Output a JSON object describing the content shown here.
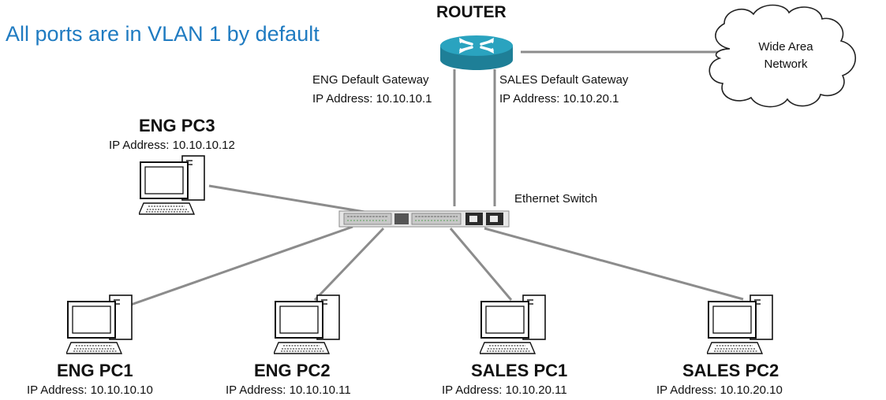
{
  "note": "All ports are in VLAN 1 by default",
  "router": {
    "label": "ROUTER"
  },
  "gateways": {
    "eng": {
      "title": "ENG Default Gateway",
      "ip": "IP Address: 10.10.10.1"
    },
    "sales": {
      "title": "SALES Default Gateway",
      "ip": "IP Address: 10.10.20.1"
    }
  },
  "switch": {
    "label": "Ethernet Switch"
  },
  "wan": {
    "line1": "Wide Area",
    "line2": "Network"
  },
  "pcs": {
    "eng_pc3": {
      "name": "ENG PC3",
      "ip": "IP Address: 10.10.10.12"
    },
    "eng_pc1": {
      "name": "ENG PC1",
      "ip": "IP Address: 10.10.10.10"
    },
    "eng_pc2": {
      "name": "ENG PC2",
      "ip": "IP Address: 10.10.10.11"
    },
    "sales_pc1": {
      "name": "SALES PC1",
      "ip": "IP Address: 10.10.20.11"
    },
    "sales_pc2": {
      "name": "SALES PC2",
      "ip": "IP Address: 10.10.20.10"
    }
  },
  "colors": {
    "accent": "#1f7bc1",
    "link": "#8c8c8c",
    "router": "#2aa3bf"
  }
}
